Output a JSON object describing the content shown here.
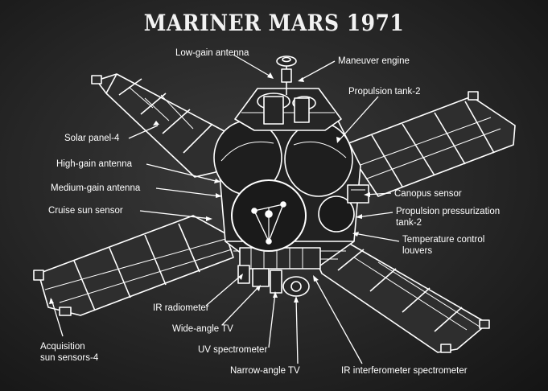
{
  "title": "MARINER MARS 1971",
  "labels": {
    "low_gain_antenna": "Low-gain antenna",
    "maneuver_engine": "Maneuver engine",
    "propulsion_tank_2": "Propulsion tank-2",
    "solar_panel_4": "Solar panel-4",
    "high_gain_antenna": "High-gain antenna",
    "medium_gain_antenna": "Medium-gain antenna",
    "cruise_sun_sensor": "Cruise sun sensor",
    "canopus_sensor": "Canopus sensor",
    "propulsion_pressurization_tank_2_line1": "Propulsion pressurization",
    "propulsion_pressurization_tank_2_line2": "tank-2",
    "temperature_control_louvers_line1": "Temperature control",
    "temperature_control_louvers_line2": "louvers",
    "ir_radiometer": "IR radiometer",
    "wide_angle_tv": "Wide-angle TV",
    "uv_spectrometer": "UV spectrometer",
    "narrow_angle_tv": "Narrow-angle TV",
    "ir_interferometer_spectrometer": "IR interferometer spectrometer",
    "acquisition_sun_sensors_4_line1": "Acquisition",
    "acquisition_sun_sensors_4_line2": "sun sensors-4"
  },
  "colors": {
    "background": "#262626",
    "ink": "#ffffff"
  }
}
